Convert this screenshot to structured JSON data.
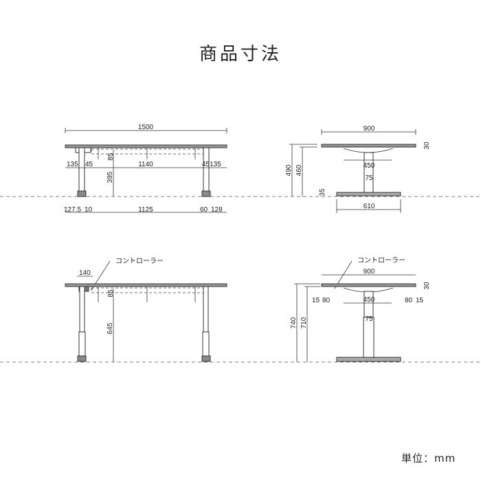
{
  "title": "商品寸法",
  "unit": "単位：mm",
  "front_low": {
    "width": "1500",
    "ov_l": "135",
    "ov_l2": "45",
    "inner": "1140",
    "ov_r": "45135",
    "apron": "85",
    "clear": "395",
    "ft_l": "127.5",
    "ft_l2": "10",
    "ft_inner": "1125",
    "ft_r": "60",
    "ft_r2": "128"
  },
  "side_low": {
    "depth": "900",
    "top": "30",
    "beam": "450",
    "col": "75",
    "h_total": "490",
    "h_under": "460",
    "base_h": "35",
    "base_w": "610"
  },
  "front_high": {
    "controller": "コントローラー",
    "ctrl_w": "140",
    "apron": "85",
    "clear": "645"
  },
  "side_high": {
    "controller": "コントローラー",
    "depth": "900",
    "top": "30",
    "l1": "15",
    "l2": "80",
    "beam": "450",
    "r1": "80",
    "r2": "15",
    "col": "75",
    "h_total": "740",
    "h_under": "710"
  }
}
